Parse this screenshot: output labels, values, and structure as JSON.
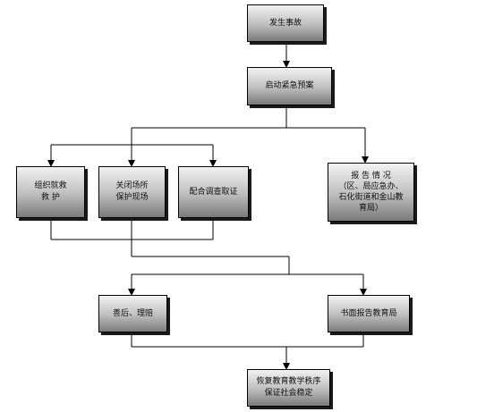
{
  "nodes": {
    "start": "发生事故",
    "plan": "启动紧急预案",
    "rescue": "组织就救\n救    护",
    "close_site": "关闭场所\n保护现场",
    "investigate": "配合调查取证",
    "report": "报  告  情  况\n（区、局应急办、\n石化街道和金山教\n育局）",
    "aftermath": "善后、理赔",
    "written_report": "书面报告教育局",
    "restore": "恢复教育教学秩序\n保证社会稳定"
  }
}
